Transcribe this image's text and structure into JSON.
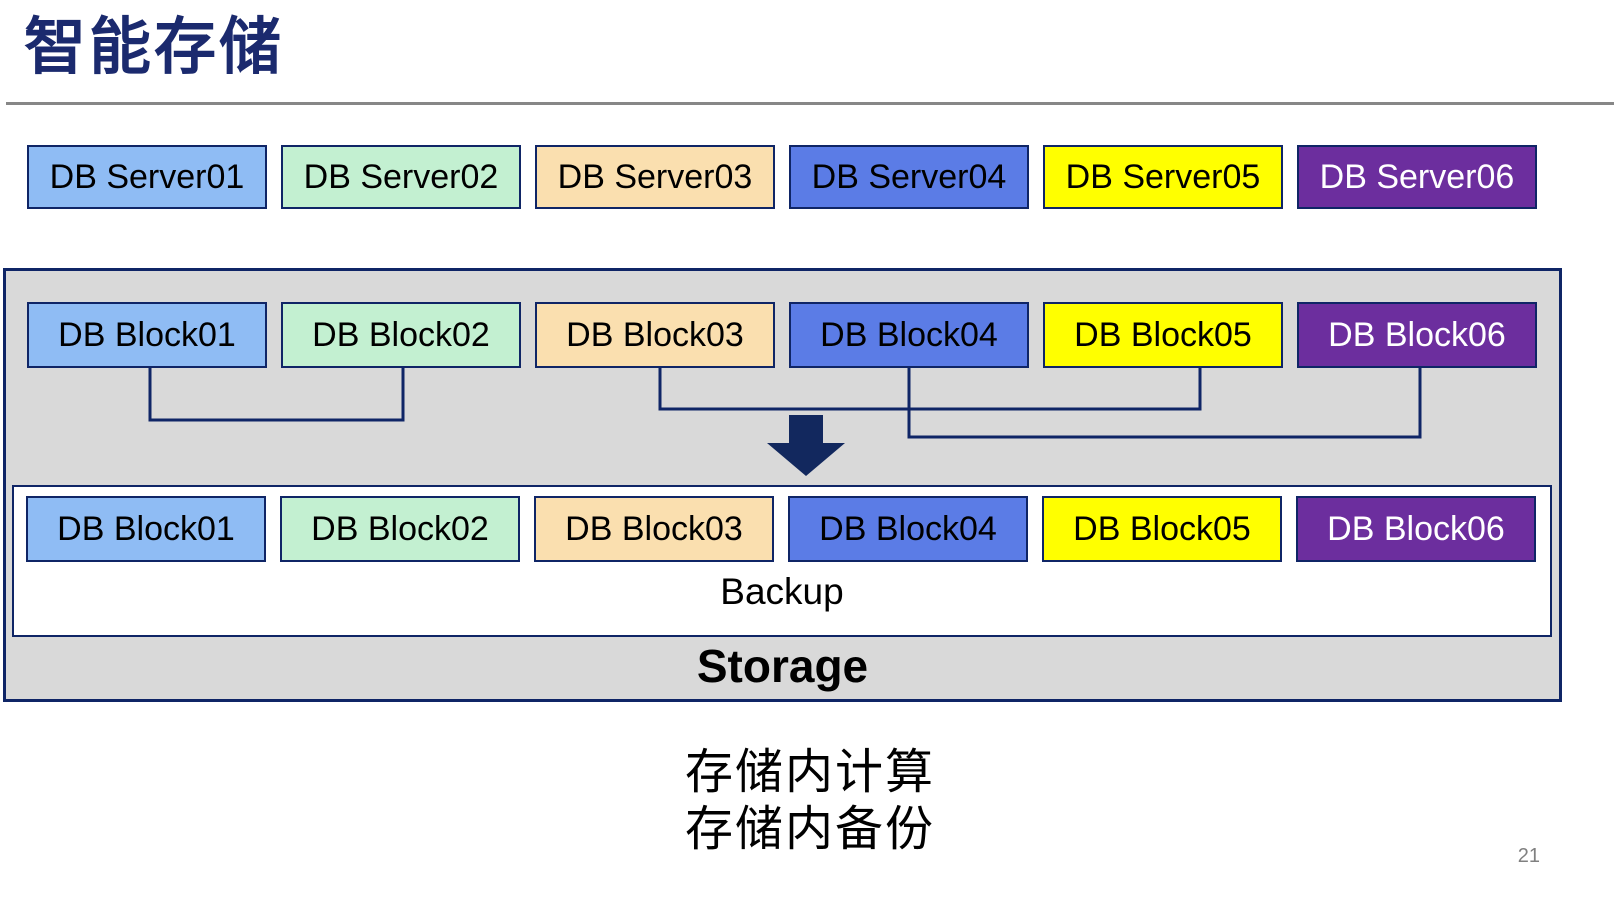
{
  "slide": {
    "title": "智能存储",
    "page_number": "21",
    "captions": [
      "存储内计算",
      "存储内备份"
    ]
  },
  "server_row": [
    {
      "label": "DB Server01",
      "bg": "#8fbcf4",
      "fg": "#000000"
    },
    {
      "label": "DB Server02",
      "bg": "#c3f0d1",
      "fg": "#000000"
    },
    {
      "label": "DB Server03",
      "bg": "#fadfaf",
      "fg": "#000000"
    },
    {
      "label": "DB Server04",
      "bg": "#5b7ce6",
      "fg": "#000000"
    },
    {
      "label": "DB Server05",
      "bg": "#ffff00",
      "fg": "#000000"
    },
    {
      "label": "DB Server06",
      "bg": "#6c2e9e",
      "fg": "#ffffff"
    }
  ],
  "storage": {
    "source_blocks": [
      {
        "label": "DB Block01",
        "bg": "#8fbcf4",
        "fg": "#000000"
      },
      {
        "label": "DB Block02",
        "bg": "#c3f0d1",
        "fg": "#000000"
      },
      {
        "label": "DB Block03",
        "bg": "#fadfaf",
        "fg": "#000000"
      },
      {
        "label": "DB Block04",
        "bg": "#5b7ce6",
        "fg": "#000000"
      },
      {
        "label": "DB Block05",
        "bg": "#ffff00",
        "fg": "#000000"
      },
      {
        "label": "DB Block06",
        "bg": "#6c2e9e",
        "fg": "#ffffff"
      }
    ],
    "backup_blocks": [
      {
        "label": "DB Block01",
        "bg": "#8fbcf4",
        "fg": "#000000"
      },
      {
        "label": "DB Block02",
        "bg": "#c3f0d1",
        "fg": "#000000"
      },
      {
        "label": "DB Block03",
        "bg": "#fadfaf",
        "fg": "#000000"
      },
      {
        "label": "DB Block04",
        "bg": "#5b7ce6",
        "fg": "#000000"
      },
      {
        "label": "DB Block05",
        "bg": "#ffff00",
        "fg": "#000000"
      },
      {
        "label": "DB Block06",
        "bg": "#6c2e9e",
        "fg": "#ffffff"
      }
    ],
    "backup_label": "Backup",
    "storage_label": "Storage"
  },
  "colors": {
    "navy": "#0f2566",
    "title-navy": "#1b2a6e",
    "storage-bg": "#d9d9d9",
    "rule": "#878787",
    "page-num": "#808080",
    "arrow": "#12285e",
    "slide-bg": "#ffffff"
  }
}
